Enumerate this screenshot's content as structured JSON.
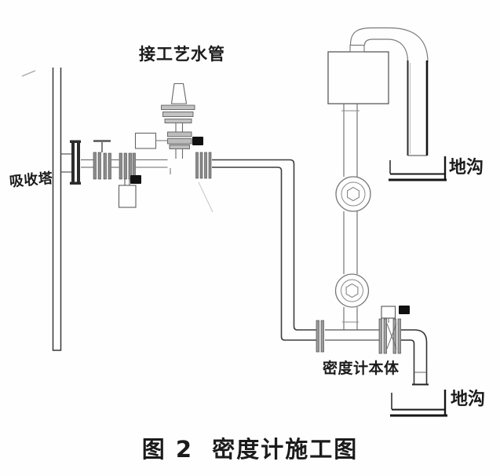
{
  "figure": {
    "type": "technical-diagram",
    "caption": "图 2  密度计施工图",
    "labels": {
      "process_water_pipe": "接工艺水管",
      "absorption_tower": "吸收塔",
      "trench_upper": "地沟",
      "trench_lower": "地沟",
      "density_meter_body": "密度计本体"
    },
    "valve_tags": {
      "glyph": "■"
    },
    "colors": {
      "background": "#ffffff",
      "line": "#5a5a5a",
      "bold_line": "#161616",
      "text": "#1b1b1b"
    }
  }
}
